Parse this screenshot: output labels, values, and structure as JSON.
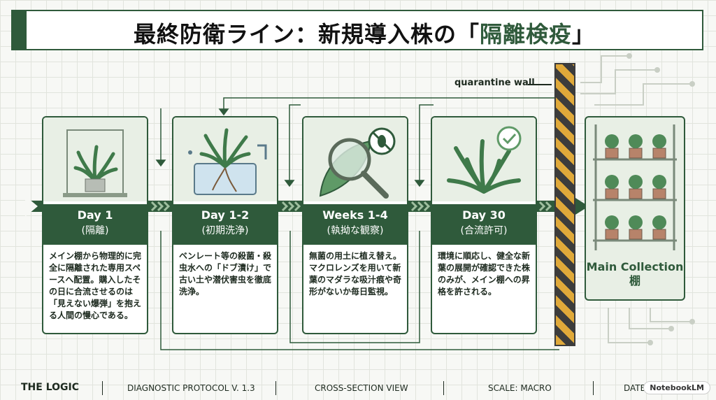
{
  "title": {
    "prefix": "最終防衛ライン：新規導入株の「",
    "highlight": "隔離検疫",
    "suffix": "」"
  },
  "wall_label": "quarantine wall",
  "steps": [
    {
      "day": "Day 1",
      "sub": "(隔離)",
      "body": "メイン棚から物理的に完全に隔離された専用スペースへ配置。購入したその日に合流させるのは「見えない爆弾」を抱える人間の慢心である。",
      "icon": "glass-case-plant-icon"
    },
    {
      "day": "Day 1-2",
      "sub": "(初期洗浄)",
      "body": "ベンレート等の殺菌・殺虫水への「ドブ漬け」で古い土や潜伏害虫を徹底洗浄。",
      "icon": "plant-soak-icon"
    },
    {
      "day": "Weeks 1-4",
      "sub": "(執拗な観察)",
      "body": "無菌の用土に植え替え。マクロレンズを用いて新葉のマダラな吸汁痕や奇形がないか毎日監視。",
      "icon": "magnifier-leaf-icon"
    },
    {
      "day": "Day 30",
      "sub": "(合流許可)",
      "body": "環境に順応し、健全な新葉の展開が確認できた株のみが、メイン棚への昇格を許される。",
      "icon": "healthy-plant-check-icon"
    }
  ],
  "collection": {
    "label": "Main Collection 棚"
  },
  "footer": {
    "logic": "THE LOGIC",
    "protocol": "DIAGNOSTIC PROTOCOL V. 1.3",
    "view": "CROSS-SECTION VIEW",
    "scale": "SCALE: MACRO",
    "date": "DATE: 20",
    "badge": "NotebookLM"
  },
  "colors": {
    "accent": "#2f5a3b",
    "light": "#e8efe5",
    "hazard": "#e0a93a"
  }
}
